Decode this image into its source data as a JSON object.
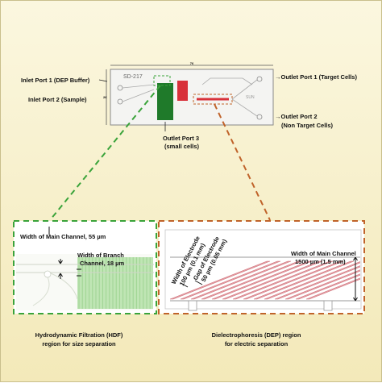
{
  "chip": {
    "model": "SD-217",
    "dim_width": "76",
    "dim_height": "26",
    "logo_text": "SUN"
  },
  "ports": {
    "inlet1": "Inlet Port 1 (DEP Buffer)",
    "inlet2": "Inlet Port 2 (Sample)",
    "outlet1": "→Outlet Port 1 (Target Cells)",
    "outlet2_line1": "→Outlet Port 2",
    "outlet2_line2": "(Non Target Cells)",
    "outlet3_line1": "Outlet Port 3",
    "outlet3_line2": "(small cells)"
  },
  "hdf": {
    "main_channel": "Width of Main Channel, 55 µm",
    "branch_line1": "Width of Branch",
    "branch_line2": "Channel, 18 µm",
    "caption_line1": "Hydrodynamic Filtration (HDF)",
    "caption_line2": "region for size separation"
  },
  "dep": {
    "electrode_width_line1": "Width of Electrode",
    "electrode_width_line2": "100 µm (0.1 mm)",
    "electrode_gap_line1": "Gap of Electrode",
    "electrode_gap_line2": "50 µm (0.05 mm)",
    "main_channel_line1": "Width of Main Channel",
    "main_channel_line2": "1500 µm (1.5 mm)",
    "caption_line1": "Dielectrophoresis (DEP) region",
    "caption_line2": "for electric separation"
  },
  "colors": {
    "hdf_dash": "#3aa33a",
    "dep_dash": "#c0632a",
    "hdf_block": "#1f7a2a",
    "dep_block": "#d8313a"
  }
}
